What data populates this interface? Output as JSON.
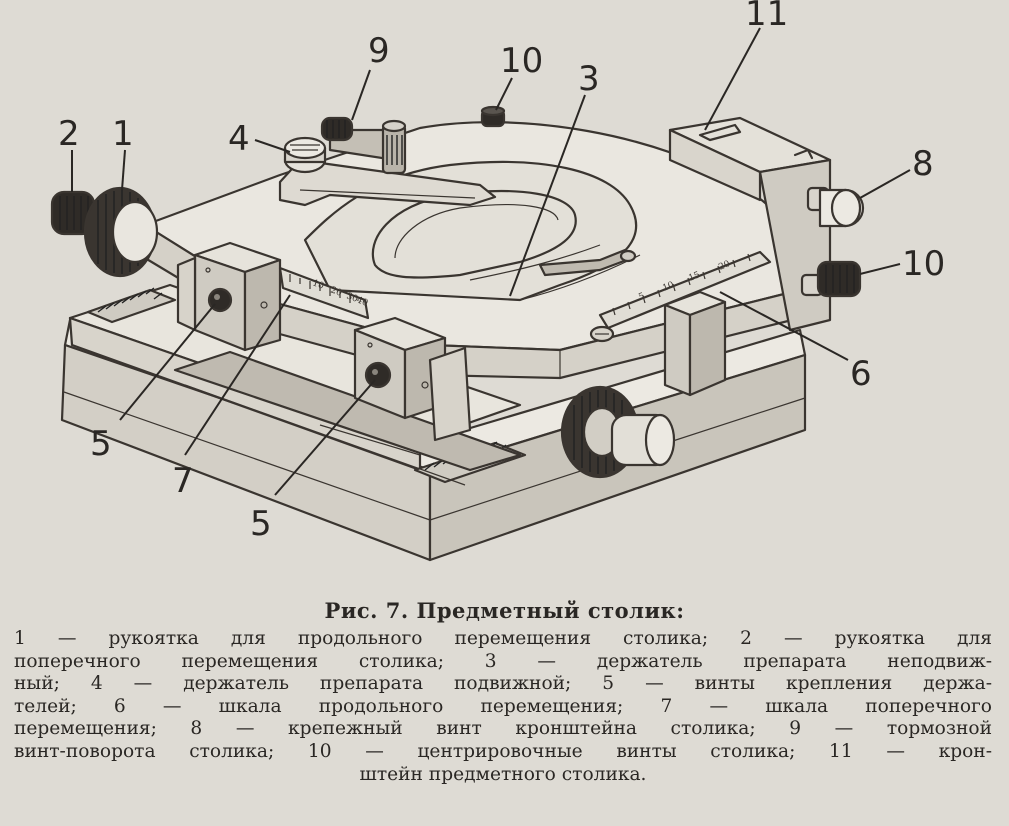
{
  "figure": {
    "callouts": [
      "1",
      "2",
      "3",
      "4",
      "5",
      "5",
      "6",
      "7",
      "8",
      "9",
      "10",
      "10",
      "11"
    ],
    "scale_marks": [
      "10",
      "20",
      "30",
      "40",
      "5",
      "10",
      "15",
      "20"
    ]
  },
  "caption": {
    "title": "Рис. 7. Предметный столик:",
    "lines": [
      "1 — рукоятка для продольного перемещения столика; 2 — рукоятка для",
      "поперечного перемещения столика; 3 — держатель препарата неподвиж-",
      "ный; 4 — держатель препарата подвижной; 5 — винты крепления держа-",
      "телей; 6 — шкала продольного перемещения; 7 — шкала поперечного",
      "перемещения; 8 — крепежный винт кронштейна столика; 9 — тормозной",
      "винт-поворота столика; 10 — центрировочные винты столика; 11 — крон-",
      "штейн предметного столика."
    ]
  }
}
